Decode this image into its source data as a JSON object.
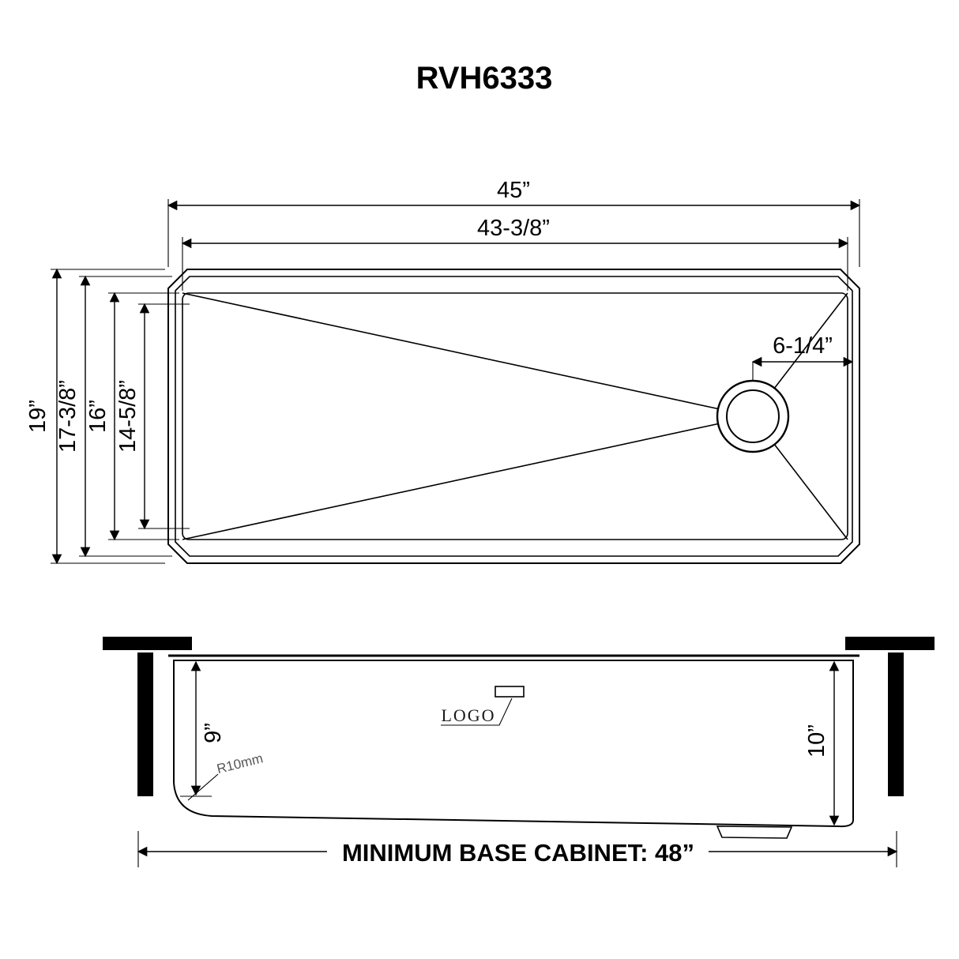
{
  "title": "RVH6333",
  "top_view": {
    "overall_width": "45”",
    "bowl_width": "43-3/8”",
    "overall_depth": "19”",
    "rim_depth": "17-3/8”",
    "bowl_depth": "16”",
    "bowl_inner_depth": "14-5/8”",
    "drain_offset": "6-1/4”"
  },
  "side_view": {
    "left_depth": "9”",
    "right_depth": "10”",
    "corner_radius": "R10mm",
    "logo_text": "LOGO"
  },
  "footer": {
    "cabinet_note": "MINIMUM BASE CABINET: 48”"
  }
}
